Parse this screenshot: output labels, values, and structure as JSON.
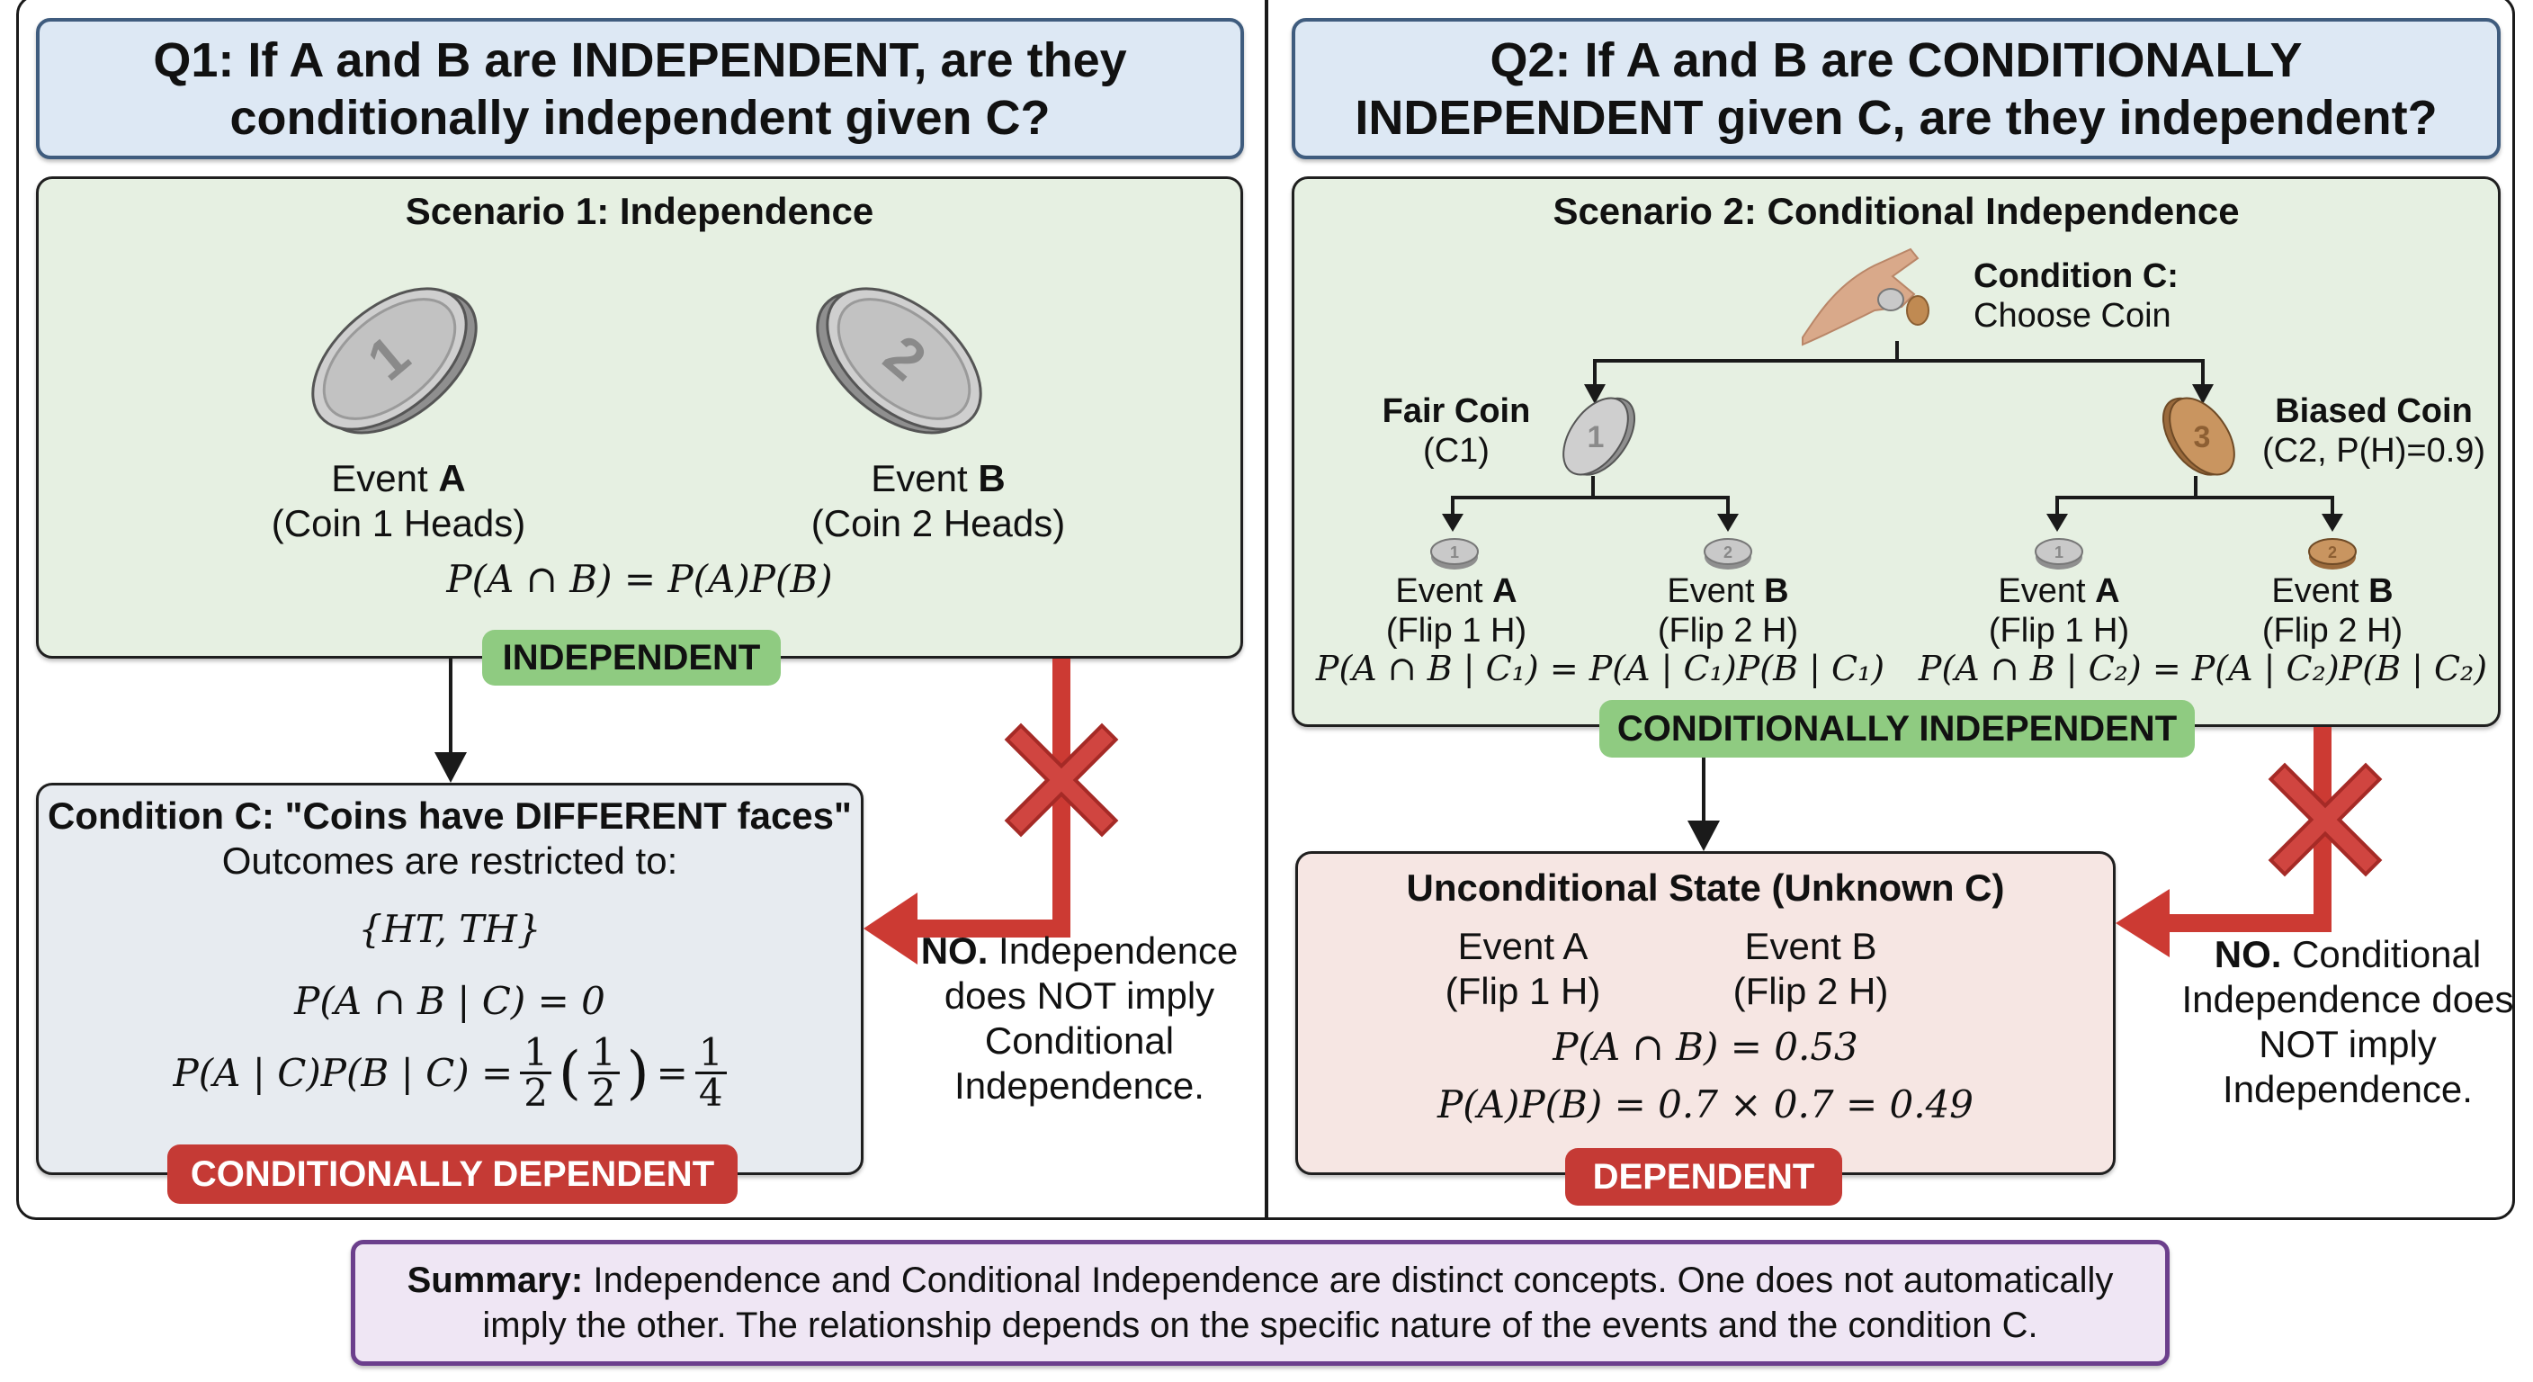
{
  "q1": {
    "question": "Q1: If A and B are INDEPENDENT, are they conditionally independent given C?",
    "scenario_title": "Scenario 1: Independence",
    "coin_a_label": "1",
    "coin_b_label": "2",
    "event_a_prefix": "Event ",
    "event_a_letter": "A",
    "event_a_desc": "(Coin 1 Heads)",
    "event_b_prefix": "Event ",
    "event_b_letter": "B",
    "event_b_desc": "(Coin 2 Heads)",
    "formula": "P(A ∩ B) = P(A)P(B)",
    "badge_independent": "INDEPENDENT",
    "condition_title": "Condition C: \"Coins have DIFFERENT faces\"",
    "condition_subtitle": "Outcomes are restricted to:",
    "outcome_set": "{HT, TH}",
    "cond_joint": "P(A ∩ B | C) = 0",
    "cond_product_lhs": "P(A | C)P(B | C) =",
    "frac1_num": "1",
    "frac1_den": "2",
    "frac2_num": "1",
    "frac2_den": "2",
    "frac3_num": "1",
    "frac3_den": "4",
    "badge_dependent": "CONDITIONALLY DEPENDENT",
    "no_bold": "NO.",
    "no_text": " Independence does NOT imply Conditional Independence."
  },
  "q2": {
    "question": "Q2: If A and B are CONDITIONALLY INDEPENDENT given C, are they independent?",
    "scenario_title": "Scenario 2: Conditional Independence",
    "condition_title": "Condition C:",
    "condition_desc": "Choose Coin",
    "fair_title": "Fair Coin",
    "fair_desc": "(C1)",
    "biased_title": "Biased Coin",
    "biased_desc": "(C2, P(H)=0.9)",
    "fair_coin_label": "1",
    "biased_coin_label": "3",
    "branches": [
      {
        "prefix": "Event ",
        "letter": "A",
        "desc": "(Flip 1 H)",
        "coin": "1"
      },
      {
        "prefix": "Event ",
        "letter": "B",
        "desc": "(Flip 2 H)",
        "coin": "2"
      },
      {
        "prefix": "Event ",
        "letter": "A",
        "desc": "(Flip 1 H)",
        "coin": "1"
      },
      {
        "prefix": "Event ",
        "letter": "B",
        "desc": "(Flip 2 H)",
        "coin": "2"
      }
    ],
    "formula_c1": "P(A ∩ B | C₁) = P(A | C₁)P(B | C₁)",
    "formula_c2": "P(A ∩ B | C₂) = P(A | C₂)P(B | C₂)",
    "badge_cond_independent": "CONDITIONALLY INDEPENDENT",
    "uncond_title": "Unconditional State (Unknown C)",
    "uncond_event_a": "Event A",
    "uncond_event_a_desc": "(Flip 1 H)",
    "uncond_event_b": "Event B",
    "uncond_event_b_desc": "(Flip 2 H)",
    "uncond_joint": "P(A ∩ B) = 0.53",
    "uncond_product": "P(A)P(B) = 0.7 × 0.7 = 0.49",
    "badge_dependent": "DEPENDENT",
    "no_bold": "NO.",
    "no_text": " Conditional Independence does NOT imply Independence."
  },
  "summary": {
    "bold": "Summary:",
    "text": " Independence and Conditional Independence are distinct concepts. One does not automatically imply the other. The relationship depends on the specific nature of the events and the condition C."
  },
  "colors": {
    "header_bg": "#dde8f4",
    "scenario_bg": "#e6f0e2",
    "green_badge": "#8fcb81",
    "red_badge": "#c53a35",
    "red_arrow": "#cc3a33",
    "summary_border": "#6b3f8c",
    "silver_coin": "#c4c4c4",
    "bronze_coin": "#c08a52"
  }
}
